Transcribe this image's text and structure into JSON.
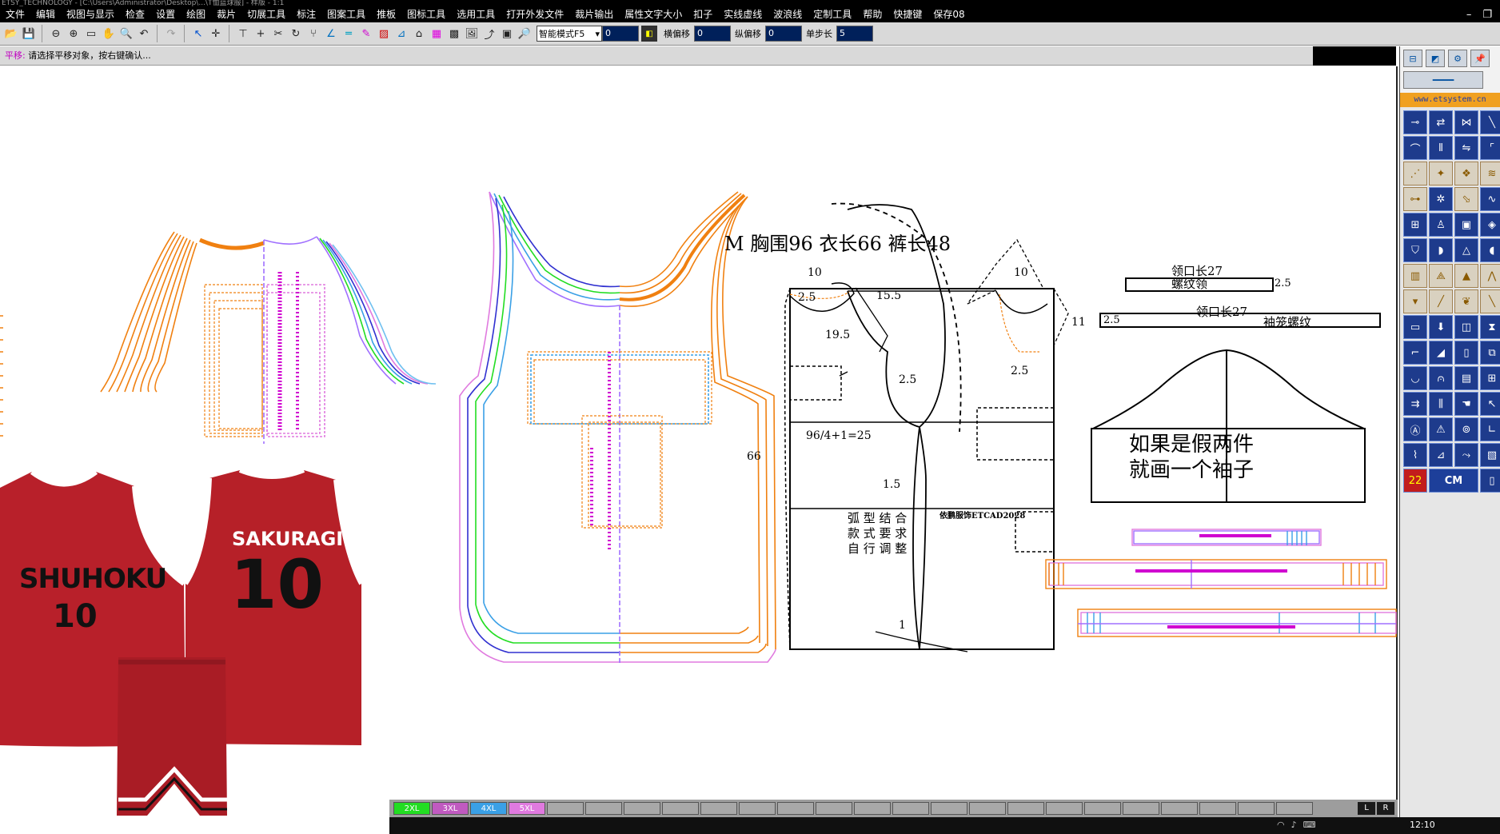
{
  "title": "ETSY_TECHNOLOGY - [C:\\Users\\Administrator\\Desktop\\...\\T恤篮球服] - 样版 - 1:1",
  "menu": [
    "文件",
    "编辑",
    "视图与显示",
    "检查",
    "设置",
    "绘图",
    "裁片",
    "切展工具",
    "标注",
    "图案工具",
    "推板",
    "图标工具",
    "选用工具",
    "打开外发文件",
    "裁片输出",
    "属性文字大小",
    "扣子",
    "实线虚线",
    "波浪线",
    "定制工具",
    "帮助",
    "快捷键",
    "保存08"
  ],
  "toolbar": {
    "mode": "智能模式F5",
    "field1": "0",
    "h_offset_label": "横偏移",
    "h_offset": "0",
    "v_offset_label": "纵偏移",
    "v_offset": "0",
    "step_label": "单步长",
    "step": "5"
  },
  "prompt": {
    "command": "平移:",
    "text": " 请选择平移对象，按右键确认..."
  },
  "palette": {
    "url": "www.etsystem.cn",
    "badge_num": "22",
    "cm": "CM"
  },
  "sizes": [
    {
      "label": "2XL",
      "color": "#22dd22"
    },
    {
      "label": "3XL",
      "color": "#c05ac0"
    },
    {
      "label": "4XL",
      "color": "#3aa0e6"
    },
    {
      "label": "5XL",
      "color": "#e07adf"
    }
  ],
  "lr": [
    "L",
    "R"
  ],
  "clock": "12:10",
  "pattern": {
    "spec": "M   胸围96   衣长66   裤长48",
    "neck_front": "10",
    "neck_back": "10",
    "shoulder_drop": "2.5",
    "shoulder_width": "15.5",
    "armhole_depth": "19.5",
    "armhole_in": "2.5",
    "back_drop": "2.5",
    "side_11": "11",
    "chest": "96/4+1=25",
    "length": "66",
    "hem_curve": "1.5",
    "hem_bottom": "1",
    "note1_l1": "弧 型 结 合",
    "note1_l2": "款 式 要 求",
    "note1_l3": "自 行 调 整",
    "watermark": "依鹏服饰ETCAD2028",
    "collar_len1": "领口长27",
    "collar_name": "螺纹领",
    "collar_end": "2.5",
    "collar_len2": "领口长27",
    "cuff_name": "袖笼螺纹",
    "cuff_start": "2.5",
    "sleeve_l1": "如果是假两件",
    "sleeve_l2": "就画一个袖子"
  },
  "photos": {
    "jersey_front_team": "SHUHOKU",
    "jersey_front_num": "10",
    "jersey_back_name": "SAKURAGI",
    "jersey_back_num": "10"
  }
}
